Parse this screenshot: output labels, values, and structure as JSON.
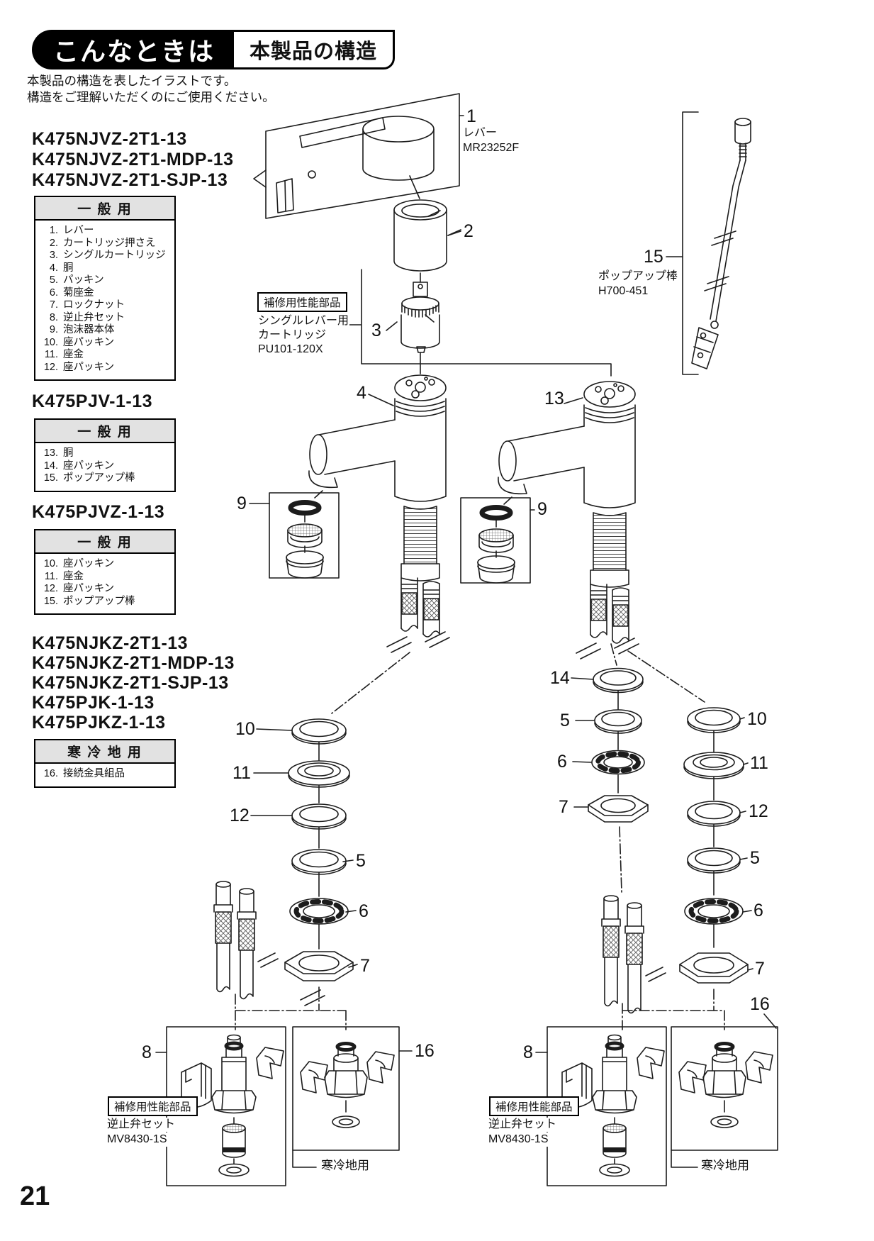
{
  "header": {
    "tab": "こんなときは",
    "title": "本製品の構造"
  },
  "intro": {
    "line1": "本製品の構造を表したイラストです。",
    "line2": "構造をご理解いただくのにご使用ください。"
  },
  "page_number": "21",
  "groups": [
    {
      "models": [
        "K475NJVZ-2T1-13",
        "K475NJVZ-2T1-MDP-13",
        "K475NJVZ-2T1-SJP-13"
      ],
      "table_header": "一 般 用",
      "rows": [
        {
          "n": "1.",
          "t": "レバー"
        },
        {
          "n": "2.",
          "t": "カートリッジ押さえ"
        },
        {
          "n": "3.",
          "t": "シングルカートリッジ"
        },
        {
          "n": "4.",
          "t": "胴"
        },
        {
          "n": "5.",
          "t": "パッキン"
        },
        {
          "n": "6.",
          "t": "菊座金"
        },
        {
          "n": "7.",
          "t": "ロックナット"
        },
        {
          "n": "8.",
          "t": "逆止弁セット"
        },
        {
          "n": "9.",
          "t": "泡沫器本体"
        },
        {
          "n": "10.",
          "t": "座パッキン"
        },
        {
          "n": "11.",
          "t": "座金"
        },
        {
          "n": "12.",
          "t": "座パッキン"
        }
      ]
    },
    {
      "models": [
        "K475PJV-1-13"
      ],
      "table_header": "一 般 用",
      "rows": [
        {
          "n": "13.",
          "t": "胴"
        },
        {
          "n": "14.",
          "t": "座パッキン"
        },
        {
          "n": "15.",
          "t": "ポップアップ棒"
        }
      ]
    },
    {
      "models": [
        "K475PJVZ-1-13"
      ],
      "table_header": "一 般 用",
      "rows": [
        {
          "n": "10.",
          "t": "座パッキン"
        },
        {
          "n": "11.",
          "t": "座金"
        },
        {
          "n": "12.",
          "t": "座パッキン"
        },
        {
          "n": "15.",
          "t": "ポップアップ棒"
        }
      ]
    },
    {
      "models": [
        "K475NJKZ-2T1-13",
        "K475NJKZ-2T1-MDP-13",
        "K475NJKZ-2T1-SJP-13",
        "K475PJK-1-13",
        "K475PJKZ-1-13"
      ],
      "table_header": "寒 冷 地 用",
      "rows": [
        {
          "n": "16.",
          "t": "接続金具組品"
        }
      ]
    }
  ],
  "callouts": {
    "lever": {
      "num": "1",
      "name": "レバー",
      "code": "MR23252F"
    },
    "holder": "2",
    "cartridge": "3",
    "body_left": "4",
    "body_right": "13",
    "aerator_left": "9",
    "aerator_right": "9",
    "popup": {
      "num": "15",
      "name": "ポップアップ棒",
      "code": "H700-451"
    },
    "stack_left": [
      "10",
      "11",
      "12",
      "5",
      "6",
      "7"
    ],
    "stack_mid": [
      "14",
      "5",
      "6",
      "7"
    ],
    "stack_right": [
      "10",
      "11",
      "12",
      "5",
      "6",
      "7"
    ],
    "valve_left": "8",
    "valve_right": "8",
    "cold_left": "16",
    "cold_right": "16"
  },
  "repair": {
    "badge": "補修用性能部品",
    "cartridge": {
      "line1": "シングルレバー用",
      "line2": "カートリッジ",
      "code": "PU101-120X"
    },
    "valve": {
      "name": "逆止弁セット",
      "code": "MV8430-1S"
    }
  },
  "cold_label": "寒冷地用"
}
